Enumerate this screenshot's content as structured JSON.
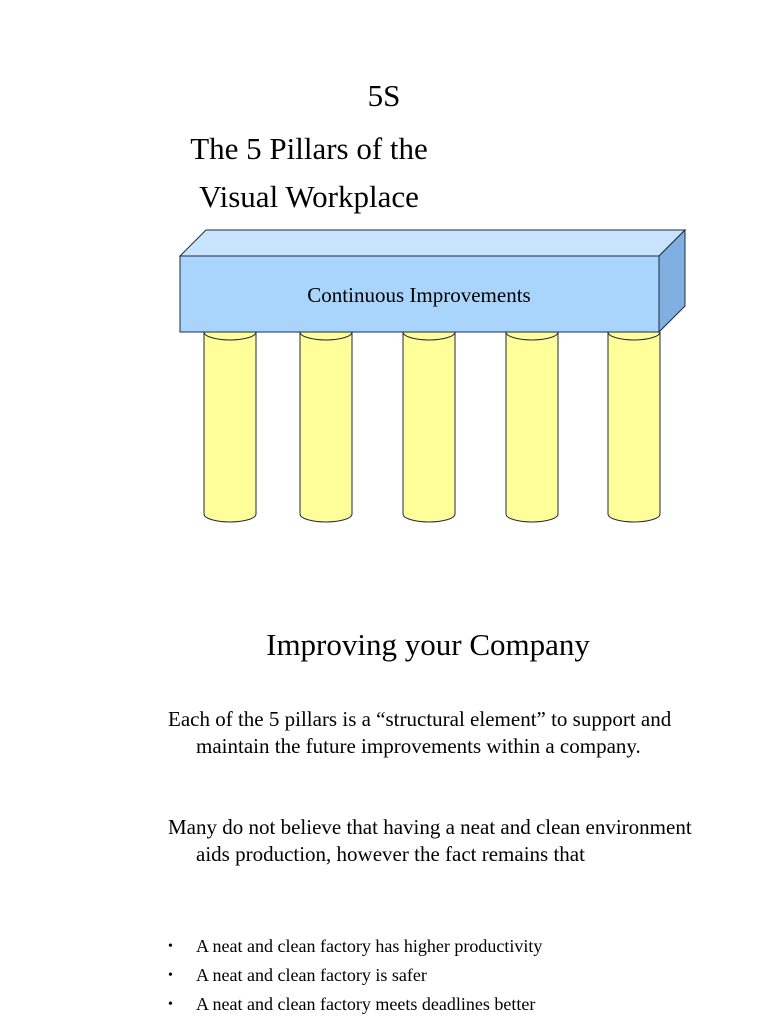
{
  "slide1": {
    "title_line1": "5S",
    "title_line2": "The 5 Pillars of the",
    "title_line3": "Visual Workplace",
    "beam_label": "Continuous Improvements",
    "colors": {
      "beam_front": "#a9d4fb",
      "beam_top": "#c8e4fd",
      "beam_side": "#7fb0e0",
      "pillar_fill": "#ffff99",
      "outline": "#1f2a44"
    }
  },
  "slide2": {
    "title": "Improving your Company",
    "paragraph1": "Each of the 5 pillars is a “structural element” to support and maintain the future improvements within a company.",
    "paragraph2": "Many do not believe that having a neat and clean environment aids production, however the fact remains that",
    "bullets": [
      "A neat and clean factory has higher productivity",
      "A neat and clean factory is safer",
      "A neat and clean factory meets deadlines better"
    ]
  }
}
